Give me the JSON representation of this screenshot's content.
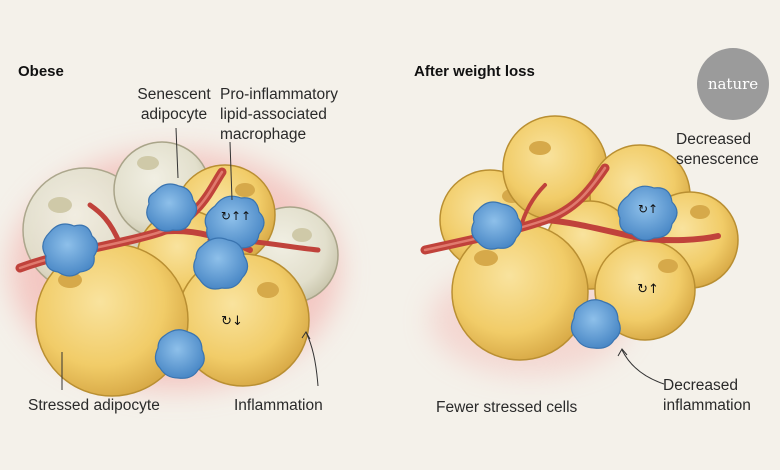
{
  "panels": {
    "left": {
      "heading": "Obese",
      "labels": {
        "senescent": "Senescent\nadipocyte",
        "macrophage": "Pro-inflammatory\nlipid-associated\nmacrophage",
        "stressed": "Stressed adipocyte",
        "inflammation": "Inflammation"
      }
    },
    "right": {
      "heading": "After weight loss",
      "labels": {
        "senescence": "Decreased\nsenescence",
        "fewer": "Fewer stressed cells",
        "inflammation": "Decreased\ninflammation"
      }
    }
  },
  "brand": {
    "logo_text": "nature"
  },
  "colors": {
    "background": "#f4f1ea",
    "healthy_cell": "#f2cf6e",
    "senescent_cell": "#e4e1cf",
    "macrophage": "#5b9bd5",
    "vessel": "#c0423b",
    "inflammation_glow": "#f2b3b0"
  }
}
